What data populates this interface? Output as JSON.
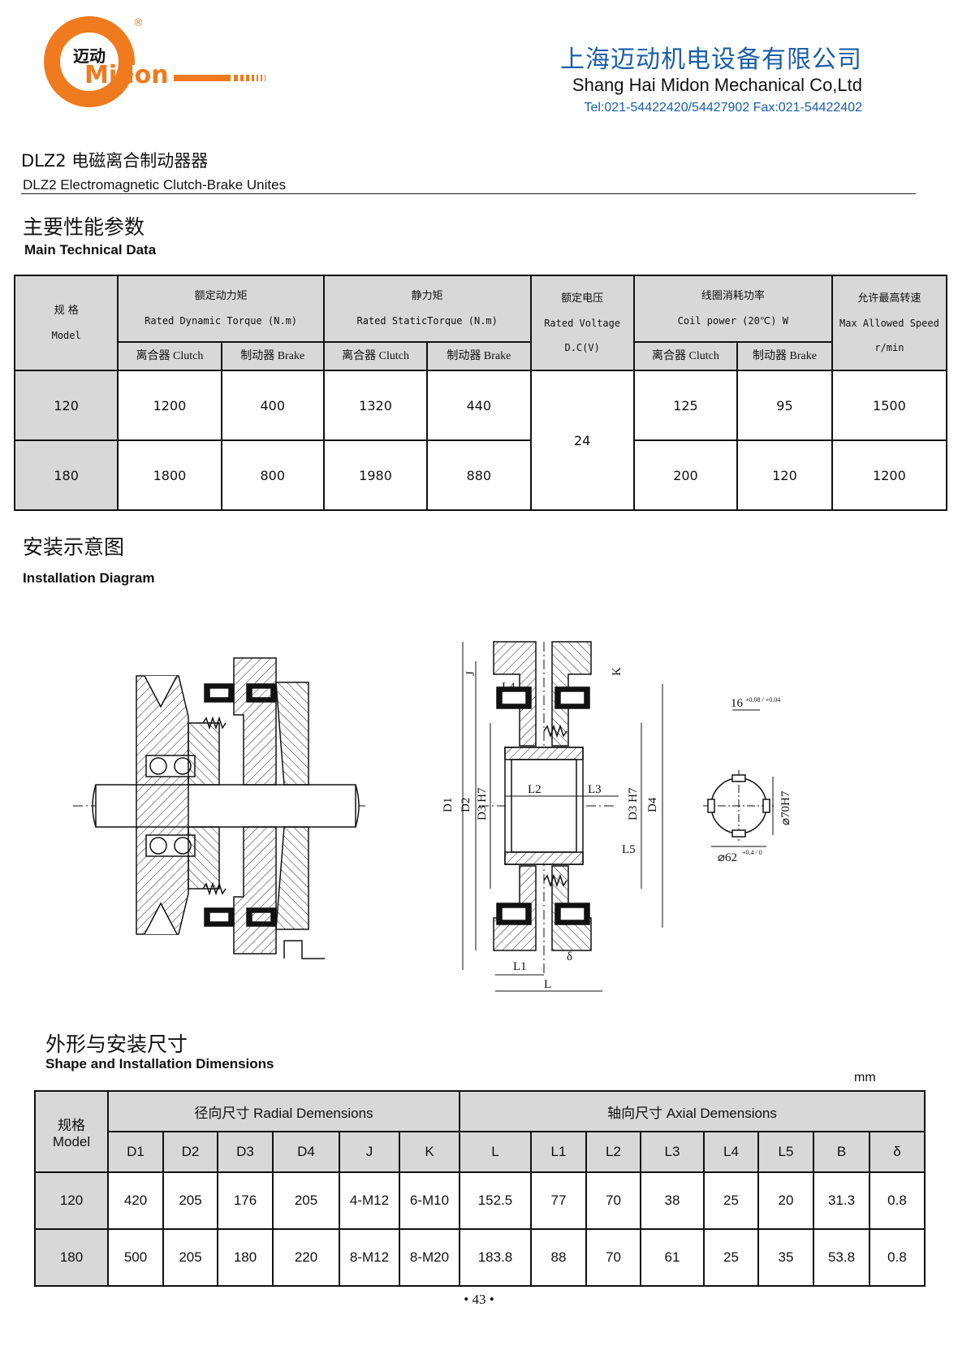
{
  "header": {
    "logo_cn": "迈动",
    "logo_en": "Midon",
    "registered": "®",
    "company_cn": "上海迈动机电设备有限公司",
    "company_en": "Shang Hai Midon Mechanical Co,Ltd",
    "tel": "Tel:021-54422420/54427902 Fax:021-54422402",
    "colors": {
      "orange": "#f07a1e",
      "blue": "#1a5ea8"
    }
  },
  "title": {
    "cn": "DLZ2 电磁离合制动器器",
    "en": "DLZ2   Electromagnetic Clutch-Brake Unites"
  },
  "section_tech": {
    "cn": "主要性能参数",
    "en": "Main Technical Data"
  },
  "tech_table": {
    "model_cn": "规 格",
    "model_en": "Model",
    "dyn_cn": "额定动力矩",
    "dyn_en": "Rated Dynamic Torque (N.m)",
    "static_cn": "静力矩",
    "static_en": "Rated StaticTorque (N.m)",
    "volt_cn": "额定电压",
    "volt_en": "Rated Voltage",
    "volt_unit": "D.C(V)",
    "power_cn": "线圈消耗功率",
    "power_en": "Coil power (20℃) W",
    "speed_cn": "允许最高转速",
    "speed_en": "Max Allowed Speed",
    "speed_unit": "r/min",
    "sub_clutch": "离合器 Clutch",
    "sub_brake": "制动器  Brake",
    "rows": [
      {
        "model": "120",
        "dyn_clutch": "1200",
        "dyn_brake": "400",
        "st_clutch": "1320",
        "st_brake": "440",
        "voltage": "24",
        "p_clutch": "125",
        "p_brake": "95",
        "speed": "1500"
      },
      {
        "model": "180",
        "dyn_clutch": "1800",
        "dyn_brake": "800",
        "st_clutch": "1980",
        "st_brake": "880",
        "voltage": "24",
        "p_clutch": "200",
        "p_brake": "120",
        "speed": "1200"
      }
    ]
  },
  "section_install": {
    "cn": "安装示意图",
    "en": "Installation Diagram"
  },
  "diagram_labels": {
    "D1": "D1",
    "D2": "D2",
    "D3H7": "D3 H7",
    "D3H7b": "D3 H7",
    "D4": "D4",
    "J": "J",
    "K": "K",
    "L": "L",
    "L1": "L1",
    "L2": "L2",
    "L3": "L3",
    "L4": "L4",
    "L5": "L5",
    "delta": "δ",
    "key16": "16",
    "key16tol": "+0.08 / +0.04",
    "dia70": "⌀70H7",
    "dia62": "⌀62",
    "dia62tol": "+0.4 / 0"
  },
  "section_dims": {
    "cn": "外形与安装尺寸",
    "en": "Shape and Installation Dimensions"
  },
  "unit": "mm",
  "dims_table": {
    "model_cn": "规格",
    "model_en": "Model",
    "radial": "径向尺寸  Radial Demensions",
    "axial": "轴向尺寸  Axial Demensions",
    "cols": [
      "D1",
      "D2",
      "D3",
      "D4",
      "J",
      "K",
      "L",
      "L1",
      "L2",
      "L3",
      "L4",
      "L5",
      "B",
      "δ"
    ],
    "rows": [
      {
        "model": "120",
        "vals": [
          "420",
          "205",
          "176",
          "205",
          "4-M12",
          "6-M10",
          "152.5",
          "77",
          "70",
          "38",
          "25",
          "20",
          "31.3",
          "0.8"
        ]
      },
      {
        "model": "180",
        "vals": [
          "500",
          "205",
          "180",
          "220",
          "8-M12",
          "8-M20",
          "183.8",
          "88",
          "70",
          "61",
          "25",
          "35",
          "53.8",
          "0.8"
        ]
      }
    ]
  },
  "page_number": "• 43 •"
}
